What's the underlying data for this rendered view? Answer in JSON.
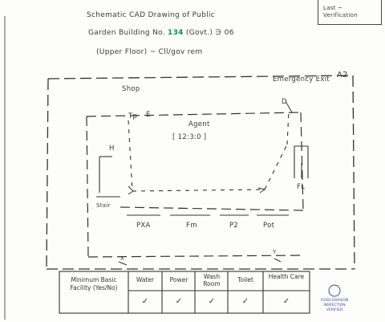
{
  "title": {
    "line1": "Schematic CAD Drawing of Public",
    "line2_prefix": "Garden Building No.",
    "building_no": "134",
    "line2_suffix": "(Govt.) ∋ 06",
    "line3": "(Upper Floor) ~ Cll/gov rem",
    "corner_note": "Last ~ Verification"
  },
  "labels": {
    "shop": "Shop",
    "emergency_exit": "Emergency Exit",
    "room_code": "A2",
    "tp": "Tp",
    "e": "E",
    "agent": "Agent",
    "agent_sub": "[ 12:3:0 ]",
    "h": "H",
    "d": "D",
    "stair": "Stair",
    "fl": "FL",
    "pxa": "PXA",
    "fm": "Fm",
    "p2": "P2",
    "pot": "Pot",
    "x_mark": "X",
    "y_mark": "Y"
  },
  "table": {
    "header": "Minimum Basic Facility (Yes/No)",
    "columns": [
      "Water",
      "Power",
      "Wash Room",
      "Toilet",
      "Health Care"
    ],
    "marks": [
      "✓",
      "✓",
      "✓",
      "✓",
      "✓"
    ]
  },
  "stamp": {
    "line1": "FOOD DIVISION",
    "line2": "INSPECTION",
    "line3": "VERIFIED"
  }
}
